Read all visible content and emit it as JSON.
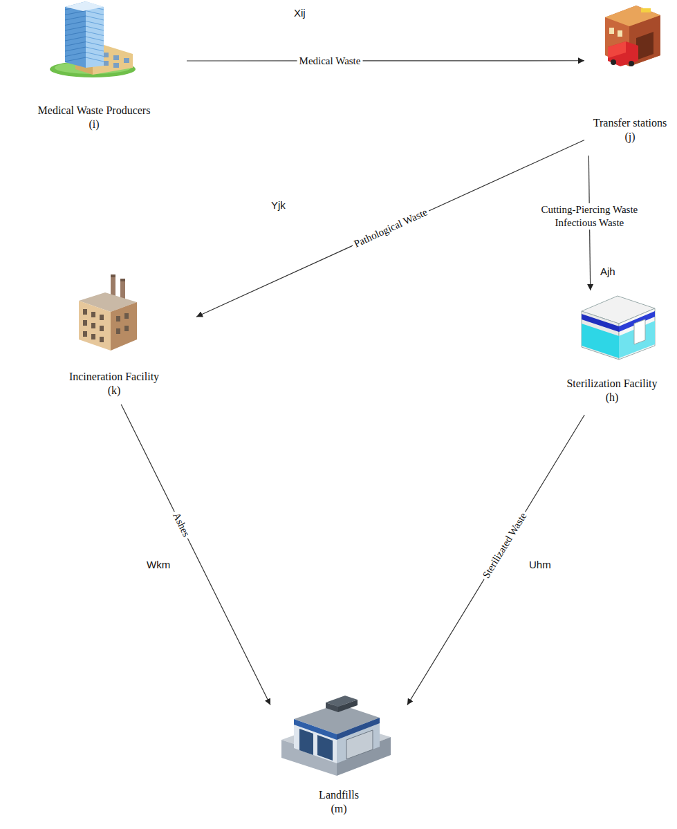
{
  "diagram": {
    "nodes": [
      {
        "text": [
          "Medical Waste Producers",
          "(i)"
        ]
      },
      {
        "text": [
          "Transfer stations",
          "(j)"
        ]
      },
      {
        "text": [
          "Incineration Facility",
          "(k)"
        ]
      },
      {
        "text": [
          "Sterilization Facility",
          "(h)"
        ]
      },
      {
        "text": [
          "Landfills",
          "(m)"
        ]
      }
    ],
    "edges": [
      {
        "from": 0,
        "to": 1,
        "label": "Medical Waste",
        "arrow": "to"
      },
      {
        "from": 1,
        "to": 2,
        "label": "Pathological Waste",
        "arrow": "to"
      },
      {
        "from": 1,
        "to": 3,
        "label": "Cutting-Piercing Waste Infectious Waste",
        "arrow": "to"
      },
      {
        "from": 2,
        "to": 4,
        "label": "Ashes",
        "arrow": "to"
      },
      {
        "from": 3,
        "to": 4,
        "label": "Sterilizated Waste",
        "arrow": "to"
      }
    ],
    "labels": [
      "Xij",
      "Yjk",
      "Ajh",
      "Wkm",
      "Uhm"
    ]
  }
}
